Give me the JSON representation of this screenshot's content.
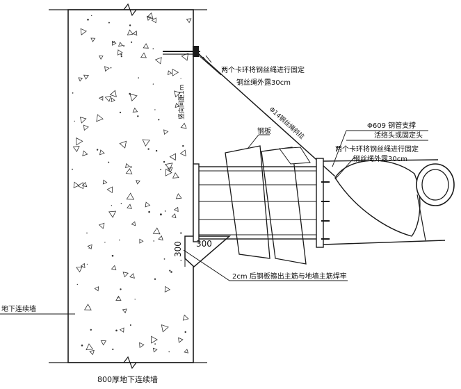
{
  "labels": {
    "wire_fix_1_line1": "两个卡环将钢丝绳进行固定",
    "wire_fix_1_line2": "钢丝绳外露30cm",
    "wire_rope": "Φ14钢丝绳斜拉",
    "wall_spacing": "竖向间距1m",
    "steel_plate": "钢板",
    "pipe_support": "Φ609 钢管支撑",
    "live_end": "活络头或固定头",
    "wire_fix_2_line1": "两个卡环将钢丝绳进行固定",
    "wire_fix_2_line2": "钢丝绳外露30cm",
    "dim_300_h": "300",
    "dim_300_v": "300",
    "bracket_note": "2cm 后钢板箍出主筋与地墙主筋焊牢",
    "wall_side": "地下连续墙",
    "wall_bottom": "800厚地下连续墙"
  }
}
